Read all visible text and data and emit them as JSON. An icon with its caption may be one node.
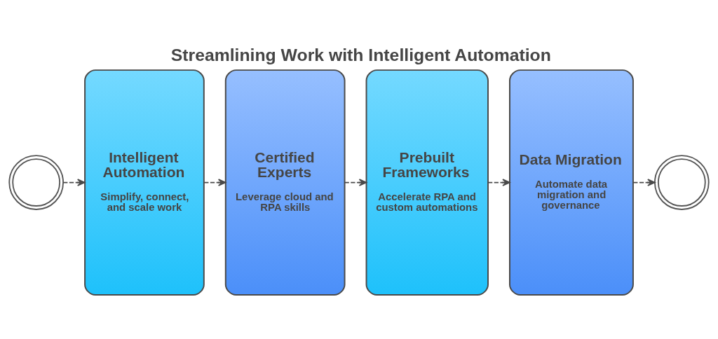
{
  "diagram": {
    "title": "Streamlining Work with Intelligent Automation",
    "nodes": [
      {
        "text": [],
        "shape": "picture"
      },
      {
        "text": [
          "Intelligent Automation",
          "Simplify, connect, and scale work"
        ]
      },
      {
        "text": [
          "Certified Experts",
          "Leverage cloud and RPA skills"
        ]
      },
      {
        "text": [
          "Prebuilt Frameworks",
          "Accelerate RPA and custom automations"
        ]
      },
      {
        "text": [
          "Data Migration",
          "Automate data migration and governance"
        ]
      },
      {
        "text": [],
        "shape": "picture"
      }
    ],
    "edges": [
      {
        "from": 0,
        "to": 1,
        "arrow": "to",
        "style": "dashed"
      },
      {
        "from": 1,
        "to": 2,
        "arrow": "to",
        "style": "dashed"
      },
      {
        "from": 2,
        "to": 3,
        "arrow": "to",
        "style": "dashed"
      },
      {
        "from": 3,
        "to": 4,
        "arrow": "to",
        "style": "dashed"
      },
      {
        "from": 4,
        "to": 5,
        "arrow": "to",
        "style": "dashed"
      }
    ]
  }
}
